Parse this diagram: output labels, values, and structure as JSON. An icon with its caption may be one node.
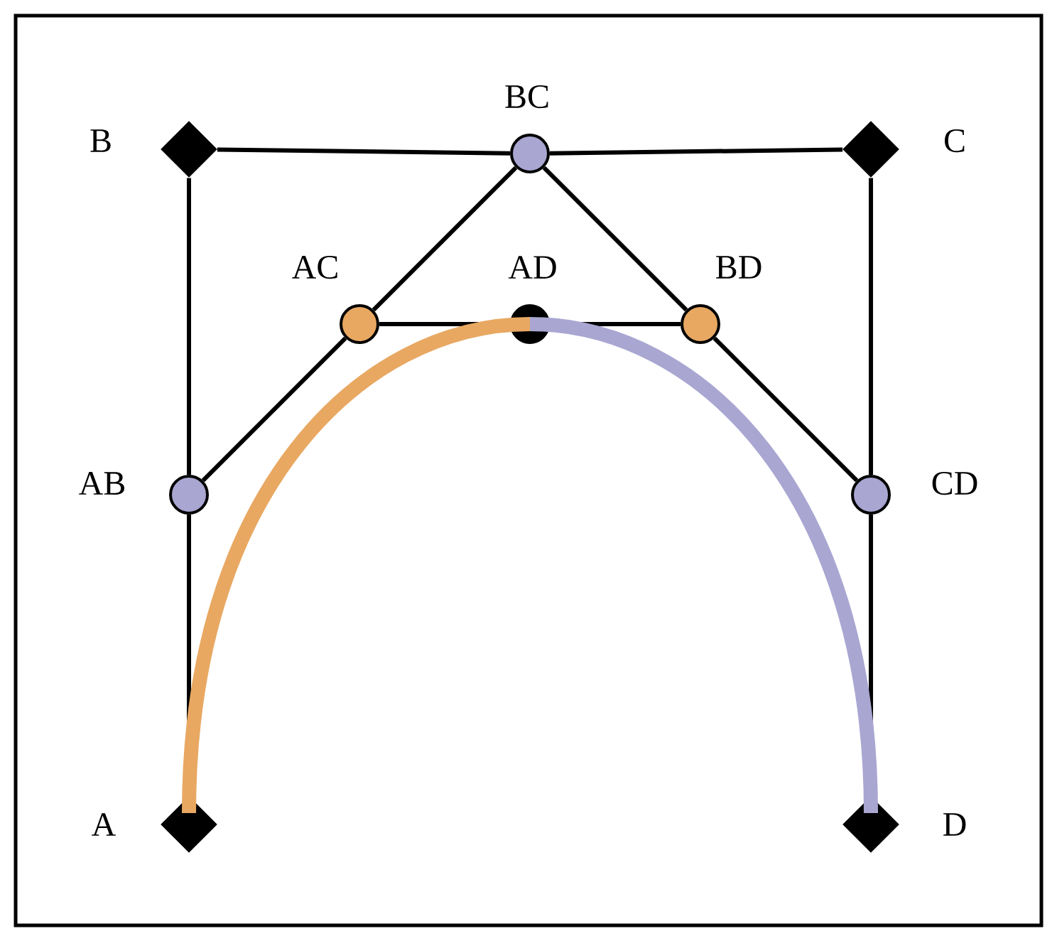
{
  "diagram": {
    "nodes": [
      {
        "text": [
          "A"
        ]
      },
      {
        "text": [
          "B"
        ]
      },
      {
        "text": [
          "C"
        ]
      },
      {
        "text": [
          "D"
        ]
      },
      {
        "text": [
          "AB"
        ]
      },
      {
        "text": [
          "BC"
        ]
      },
      {
        "text": [
          "CD"
        ]
      },
      {
        "text": [
          "AC"
        ]
      },
      {
        "text": [
          "BD"
        ]
      },
      {
        "text": [
          "AD"
        ]
      }
    ],
    "edges": [
      {
        "from": 0,
        "to": 4,
        "arrow": "none"
      },
      {
        "from": 4,
        "to": 1,
        "arrow": "none"
      },
      {
        "from": 1,
        "to": 5,
        "arrow": "none"
      },
      {
        "from": 5,
        "to": 2,
        "arrow": "none"
      },
      {
        "from": 2,
        "to": 6,
        "arrow": "none"
      },
      {
        "from": 6,
        "to": 3,
        "arrow": "none"
      },
      {
        "from": 4,
        "to": 7,
        "arrow": "none"
      },
      {
        "from": 7,
        "to": 5,
        "arrow": "none"
      },
      {
        "from": 5,
        "to": 8,
        "arrow": "none"
      },
      {
        "from": 8,
        "to": 6,
        "arrow": "none"
      },
      {
        "from": 7,
        "to": 9,
        "arrow": "none"
      },
      {
        "from": 9,
        "to": 8,
        "arrow": "none"
      },
      {
        "from": 0,
        "to": 9,
        "arrow": "none",
        "style": "thick",
        "color": "#e8a862"
      },
      {
        "from": 9,
        "to": 3,
        "arrow": "none",
        "style": "thick",
        "color": "#a9a6d2"
      }
    ]
  }
}
